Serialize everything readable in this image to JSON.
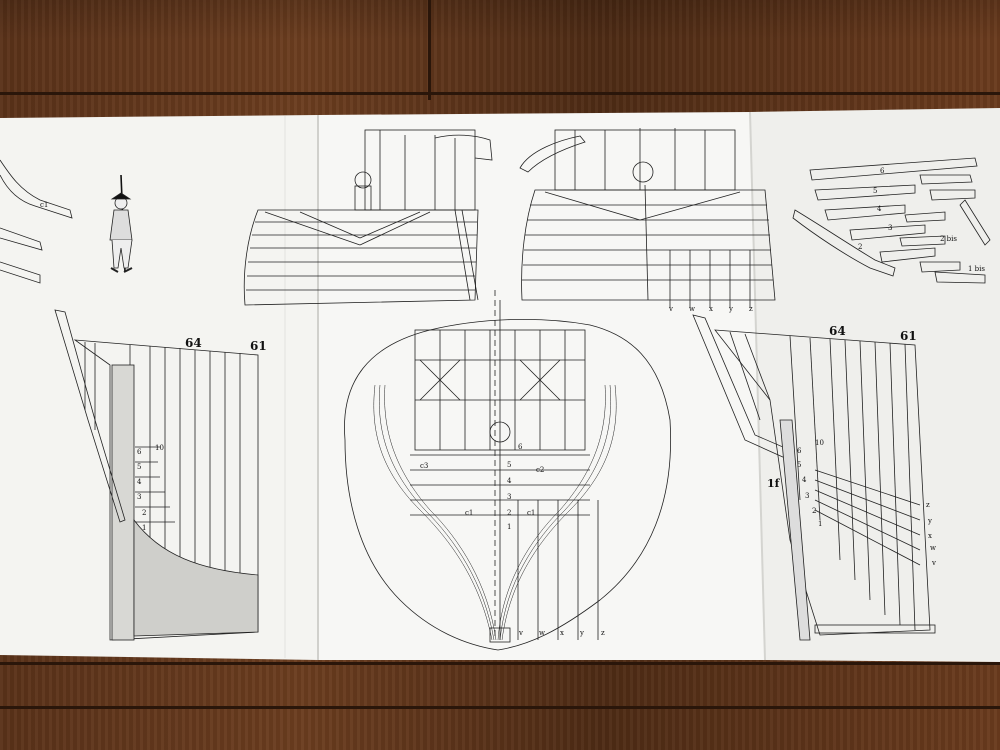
{
  "labels": {
    "frame_64_left": "64",
    "frame_61_left": "61",
    "frame_64_right": "64",
    "frame_61_right": "61",
    "cl_left_top": "c1",
    "cl_1": "c1",
    "cl_2": "c2",
    "cl_3": "c3",
    "cl_4": "c1",
    "num_10_left": "10",
    "num_10_right": "10",
    "lf": "1f",
    "bis_2": "2 bis",
    "bis_1": "1 bis"
  },
  "numbers": {
    "left_stack": [
      "6",
      "5",
      "4",
      "3",
      "2",
      "1"
    ],
    "center_stack": [
      "6",
      "5",
      "4",
      "3",
      "2",
      "1"
    ],
    "right_stack": [
      "6",
      "5",
      "4",
      "3",
      "2",
      "1"
    ],
    "top_right_parts": [
      "6",
      "5",
      "4",
      "3",
      "2"
    ]
  },
  "letters": {
    "center_bottom": [
      "v",
      "w",
      "x",
      "y",
      "z"
    ],
    "top_center": [
      "v",
      "w",
      "x",
      "y",
      "z"
    ],
    "right_side": [
      "z",
      "y",
      "x",
      "w",
      "v"
    ]
  }
}
